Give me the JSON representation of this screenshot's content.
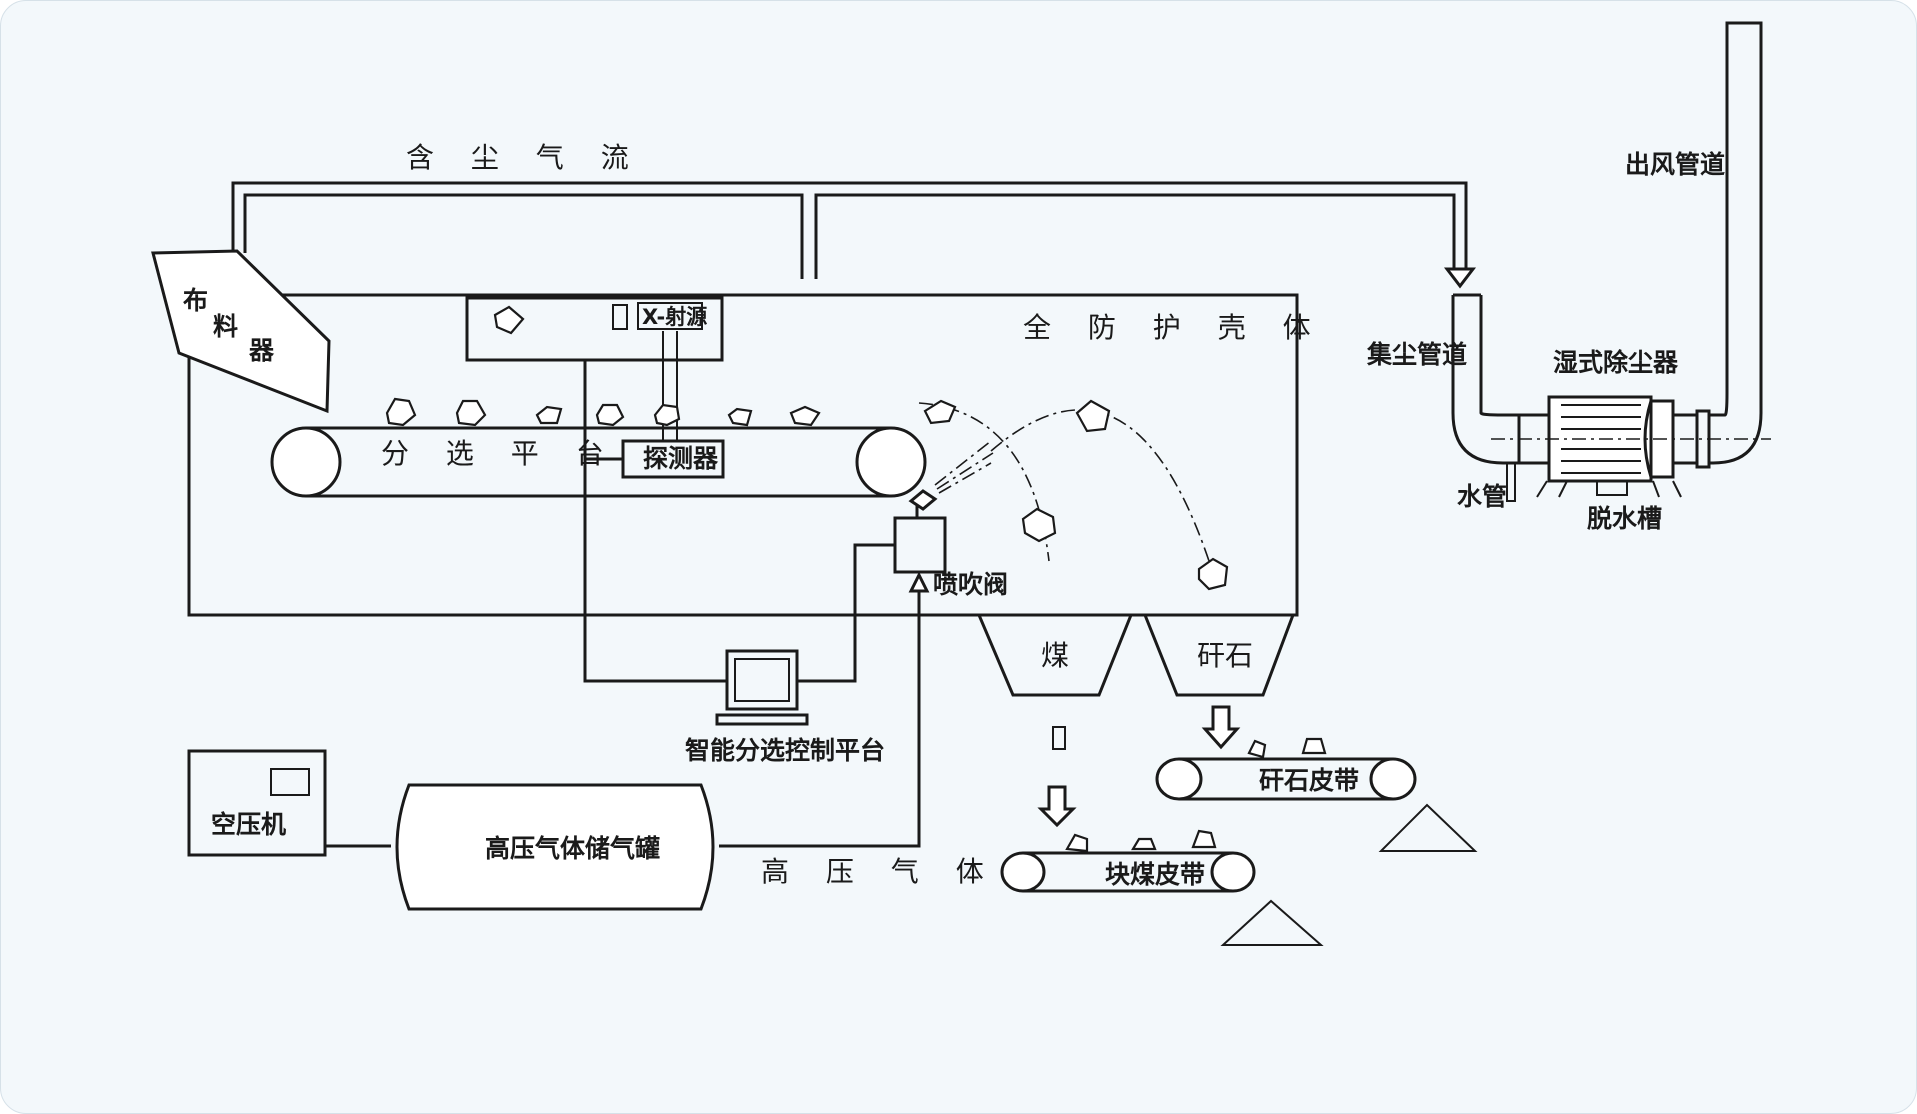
{
  "labels": {
    "dusty_airflow": "含 尘 气 流",
    "outlet_duct": "出风管道",
    "feeder_1": "布",
    "feeder_2": "料",
    "feeder_3": "器",
    "xray_source": "X-射源",
    "enclosure": "全 防 护 壳 体",
    "sorting_platform": "分 选 平 台",
    "detector": "探测器",
    "blow_valve": "喷吹阀",
    "dust_pipe": "集尘管道",
    "wet_scrubber": "湿式除尘器",
    "water_pipe": "水管",
    "drain_tank": "脱水槽",
    "coal": "煤",
    "gangue": "矸石",
    "control_platform": "智能分选控制平台",
    "gangue_belt": "矸石皮带",
    "coal_belt": "块煤皮带",
    "compressor": "空压机",
    "air_tank": "高压气体储气罐",
    "high_pressure_gas": "高 压 气 体"
  },
  "colors": {
    "background": "#f3f8fb",
    "line": "#1a1a1a"
  }
}
